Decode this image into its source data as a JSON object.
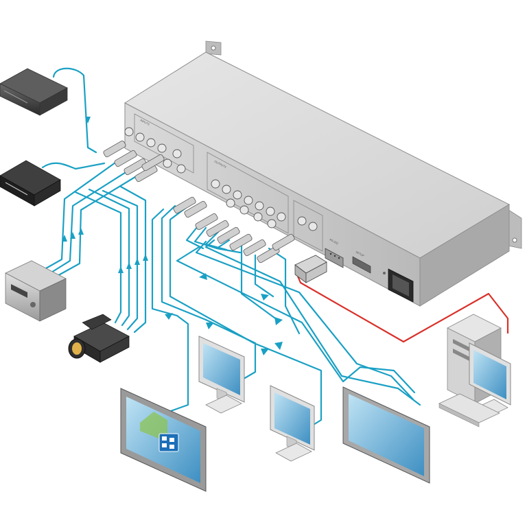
{
  "panel_labels": {
    "inputs": "INPUTS",
    "outputs": "OUTPUTS",
    "rs232": "RS-232",
    "setup": "SETUP"
  },
  "colors": {
    "cable": "#1aa0c4",
    "control_cable": "#d9302a",
    "chassis_top": "#d8d8d8",
    "chassis_front": "#c4c4c4",
    "bracket": "#b8b8b8"
  },
  "devices": [
    {
      "name": "dvd-player-icon"
    },
    {
      "name": "media-player-icon"
    },
    {
      "name": "av-receiver-icon"
    },
    {
      "name": "video-camera-icon"
    },
    {
      "name": "projector-screen-icon"
    },
    {
      "name": "lcd-monitor-icon"
    },
    {
      "name": "widescreen-display-icon"
    },
    {
      "name": "pc-workstation-icon"
    }
  ]
}
